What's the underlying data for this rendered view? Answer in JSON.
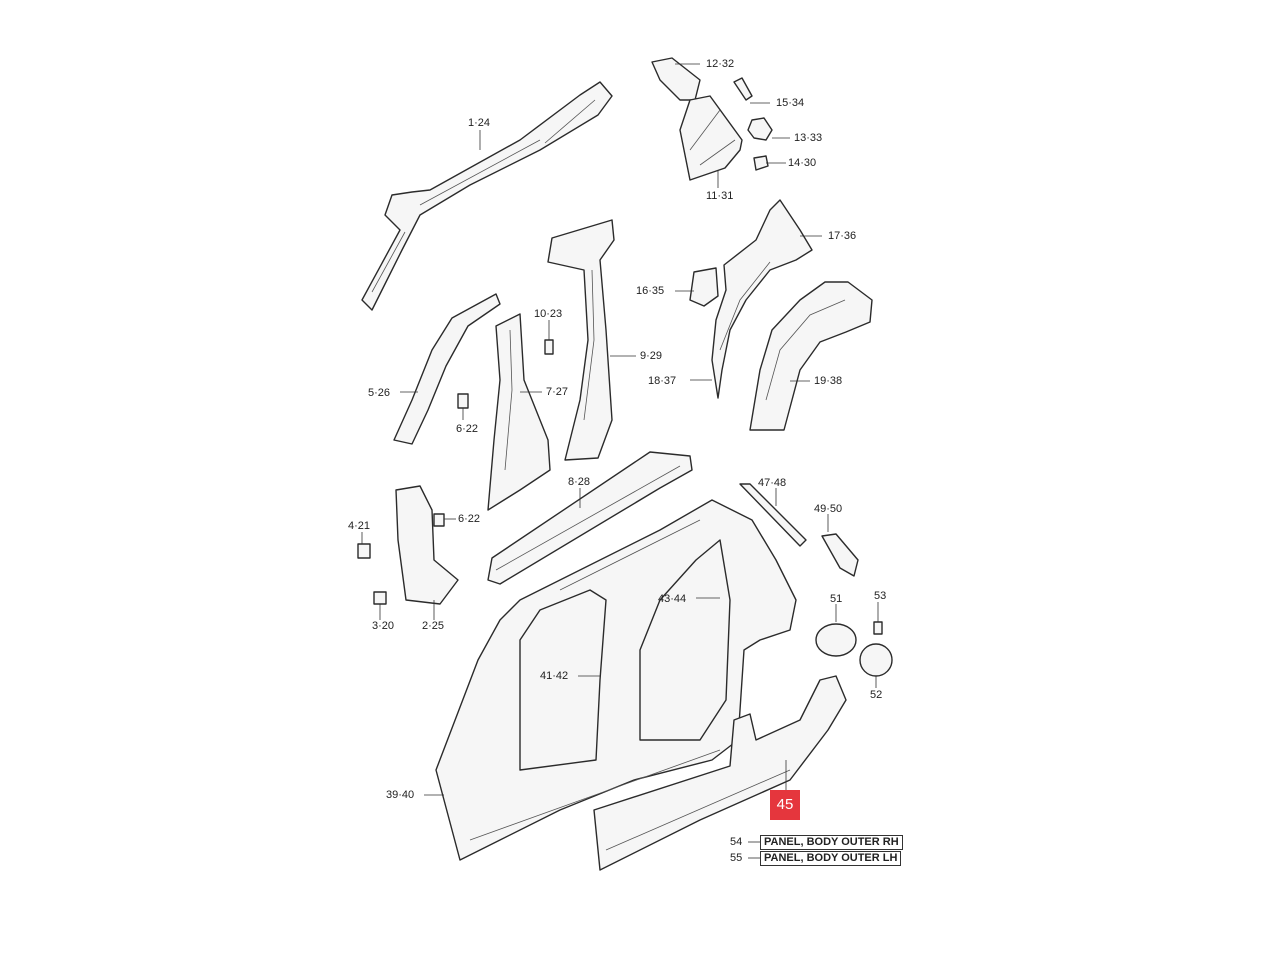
{
  "labels": {
    "p1_24": "1·24",
    "p12_32": "12·32",
    "p15_34": "15·34",
    "p13_33": "13·33",
    "p14_30": "14·30",
    "p11_31": "11·31",
    "p17_36": "17·36",
    "p10_23": "10·23",
    "p16_35": "16·35",
    "p9_29": "9·29",
    "p18_37": "18·37",
    "p19_38": "19·38",
    "p5_26": "5·26",
    "p7_27": "7·27",
    "p6_22a": "6·22",
    "p8_28": "8·28",
    "p47_48": "47·48",
    "p49_50": "49·50",
    "p4_21": "4·21",
    "p6_22b": "6·22",
    "p43_44": "43·44",
    "p51": "51",
    "p53": "53",
    "p3_20": "3·20",
    "p2_25": "2·25",
    "p41_42": "41·42",
    "p52": "52",
    "p39_40": "39·40",
    "p54": "54",
    "p55": "55"
  },
  "highlight": {
    "value": "45",
    "color": "#e5363d"
  },
  "legend": {
    "rh": "PANEL, BODY OUTER RH",
    "lh": "PANEL, BODY OUTER LH"
  }
}
